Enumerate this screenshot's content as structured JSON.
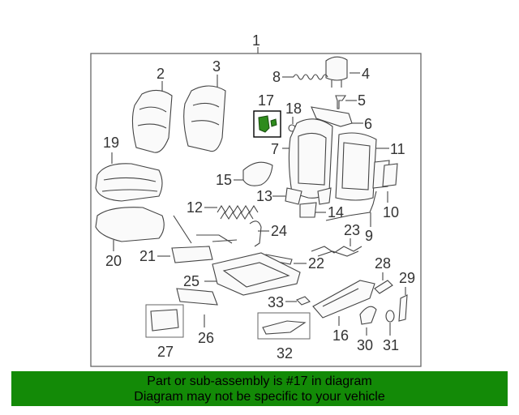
{
  "diagram": {
    "callouts": [
      "1",
      "2",
      "3",
      "4",
      "5",
      "6",
      "7",
      "8",
      "9",
      "10",
      "11",
      "12",
      "13",
      "14",
      "15",
      "16",
      "17",
      "18",
      "19",
      "20",
      "21",
      "22",
      "23",
      "24",
      "25",
      "26",
      "27",
      "28",
      "29",
      "30",
      "31",
      "32",
      "33"
    ],
    "highlighted_part": "17",
    "highlight_color": "#2e8b1c"
  },
  "banner": {
    "line1": "Part or sub-assembly is #17 in diagram",
    "line2": "Diagram may not be specific to your vehicle",
    "background": "#138a07"
  }
}
